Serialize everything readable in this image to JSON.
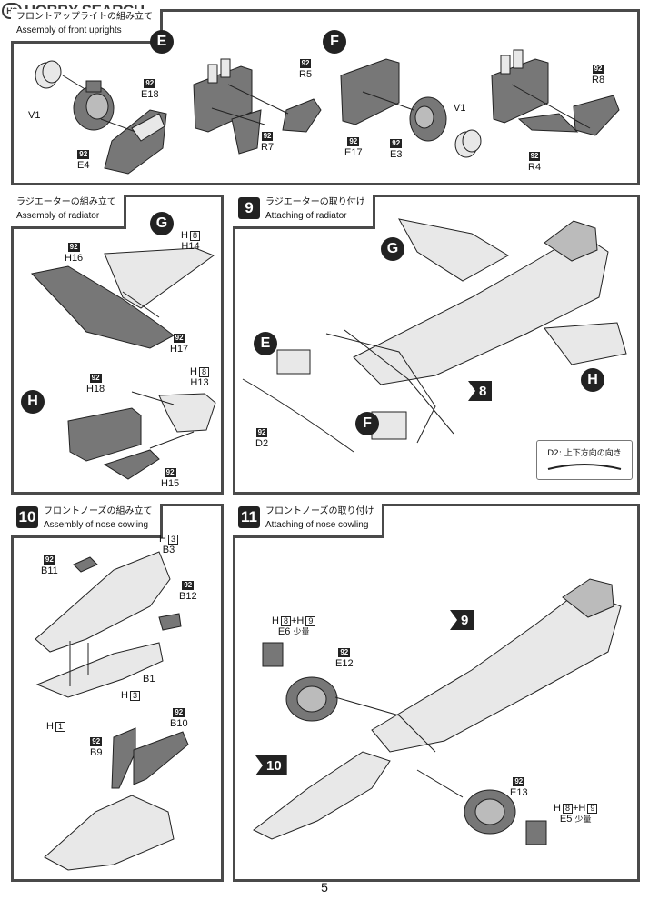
{
  "header": {
    "logo_text": "HOBBY SEARCH",
    "logo_mark": "HS"
  },
  "steps": {
    "front_uprights": {
      "title_jp": "フロントアップライトの組み立て",
      "title_en": "Assembly of front uprights",
      "sub_e": "E",
      "sub_f": "F",
      "labels": {
        "v1a": "V1",
        "e4": "E4",
        "e18": "E18",
        "r5": "R5",
        "r7": "R7",
        "e17": "E17",
        "e3": "E3",
        "v1b": "V1",
        "r8": "R8",
        "r4": "R4"
      }
    },
    "radiator_assembly": {
      "title_jp": "ラジエーターの組み立て",
      "title_en": "Assembly of radiator",
      "sub_g": "G",
      "sub_h": "H",
      "labels": {
        "h16": "H16",
        "h14": "H14",
        "h17": "H17",
        "h18": "H18",
        "h13": "H13",
        "h15": "H15"
      },
      "paint_h14": "8",
      "paint_h13": "8"
    },
    "step9": {
      "number": "9",
      "title_jp": "ラジエーターの取り付け",
      "title_en": "Attaching of radiator",
      "sub_g": "G",
      "sub_e": "E",
      "sub_f": "F",
      "sub_h": "H",
      "ref_step": "8",
      "labels": {
        "d2": "D2"
      },
      "d2_note": "D2: 上下方向の向き"
    },
    "step10": {
      "number": "10",
      "title_jp": "フロントノーズの組み立て",
      "title_en": "Assembly of nose cowling",
      "labels": {
        "b11": "B11",
        "b3": "B3",
        "b12": "B12",
        "b1": "B1",
        "b9": "B9",
        "b10": "B10"
      },
      "paint_b3": "3",
      "paint_b1": "3",
      "paint_b1_lower": "1"
    },
    "step11": {
      "number": "11",
      "title_jp": "フロントノーズの取り付け",
      "title_en": "Attaching of nose cowling",
      "ref_step9": "9",
      "ref_step10": "10",
      "labels": {
        "e6": "E6",
        "e12": "E12",
        "e13": "E13",
        "e5": "E5"
      },
      "paint_a": "8",
      "paint_b": "9",
      "small_amount": "少量"
    }
  },
  "common": {
    "badge": "92",
    "h_prefix": "H",
    "plus": "+"
  },
  "page_number": "5"
}
